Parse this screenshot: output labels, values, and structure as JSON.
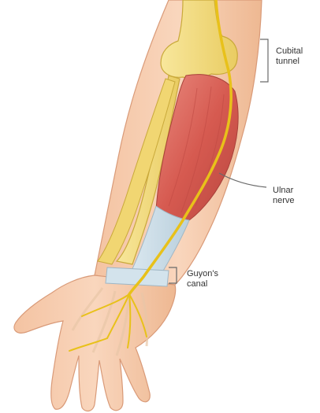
{
  "labels": {
    "cubital_tunnel": {
      "line1": "Cubital",
      "line2": "tunnel"
    },
    "ulnar_nerve": {
      "line1": "Ulnar",
      "line2": "nerve"
    },
    "guyons_canal": {
      "line1": "Guyon's",
      "line2": "canal"
    }
  },
  "colors": {
    "skin": "#f6c9a8",
    "skin_outline": "#d99a78",
    "bone": "#f3dc7a",
    "bone_outline": "#c9a93a",
    "muscle": "#d9574f",
    "nerve": "#e8c11a",
    "ligament": "#c8dce8",
    "leader_line": "#6a6a6a"
  }
}
